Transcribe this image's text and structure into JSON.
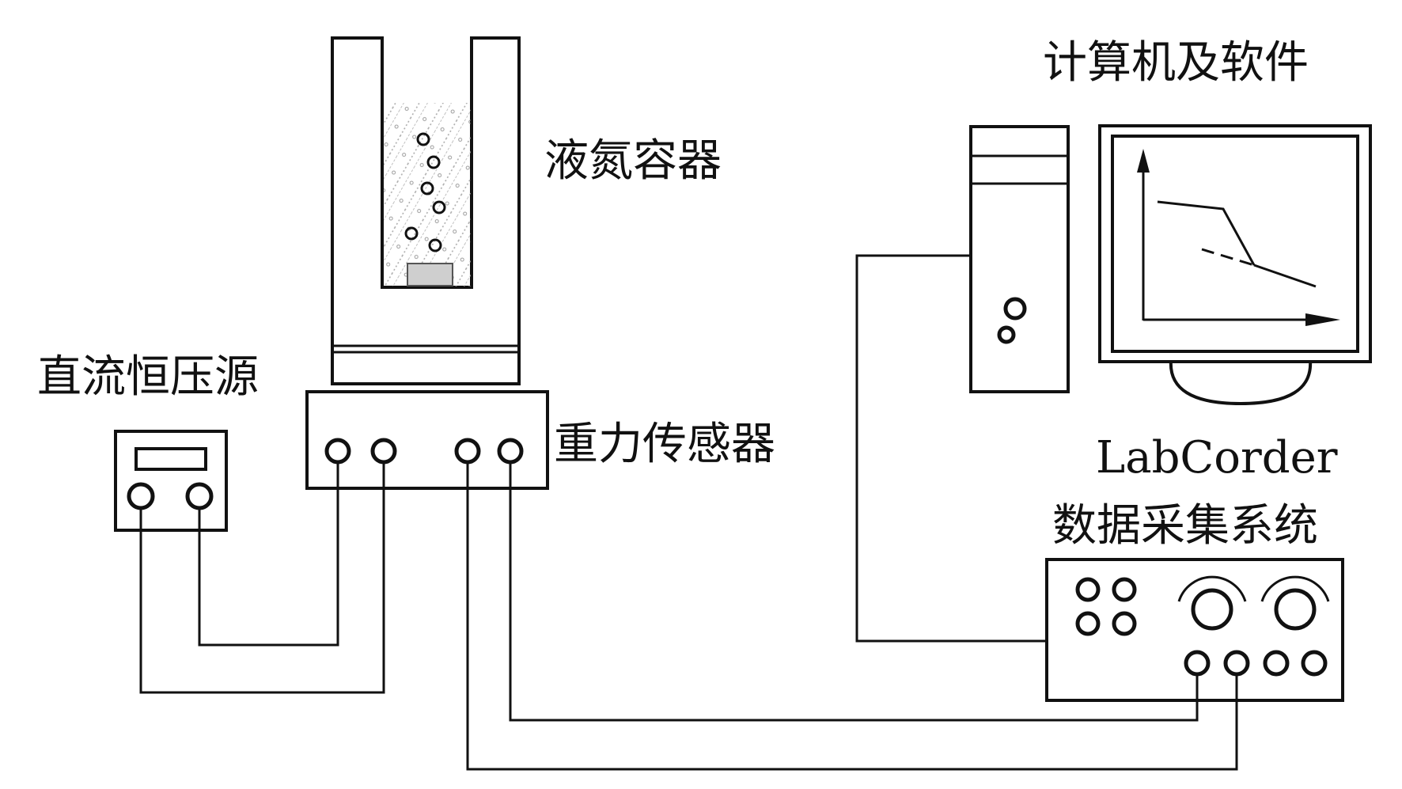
{
  "labels": {
    "computer": "计算机及软件",
    "ln2_container": "液氮容器",
    "dc_source": "直流恒压源",
    "gravity_sensor": "重力传感器",
    "labcorder": "LabCorder",
    "daq_system": "数据采集系统"
  },
  "colors": {
    "stroke": "#111111",
    "background": "#ffffff",
    "liquid_texture": "#9a9a9a"
  },
  "icons": {
    "monitor_graph": "line-graph-icon",
    "ports": "circle-connector-icon",
    "knobs": "rotary-knob-icon"
  }
}
